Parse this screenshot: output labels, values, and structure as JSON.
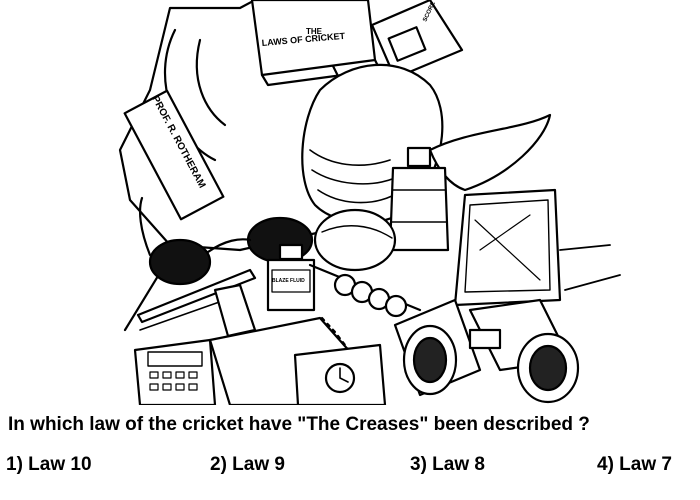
{
  "illustration": {
    "book_title_line1": "THE",
    "book_title_line2": "LAWS OF CRICKET",
    "bag_label": "PROF. R. ROTHERAM",
    "card_label": "SCORE",
    "bottle_label": "BLAZE FLUID"
  },
  "question": {
    "text": "In which law of the cricket have \"The Creases\" been described ?",
    "options": [
      "1) Law 10",
      "2) Law 9",
      "3) Law 8",
      "4) Law 7"
    ]
  }
}
